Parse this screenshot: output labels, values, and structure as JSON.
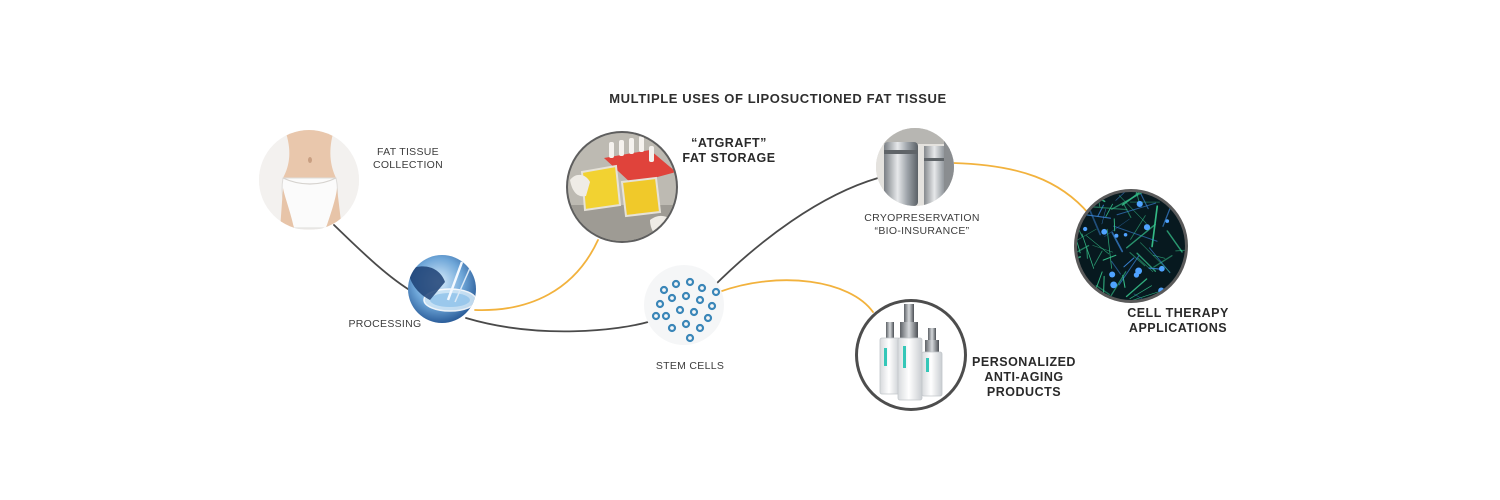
{
  "title": "MULTIPLE USES OF LIPOSUCTIONED FAT TISSUE",
  "colors": {
    "dark_line": "#4a4a4a",
    "orange_line": "#f2b23d",
    "ring": "#5a5a5a",
    "cell_blue": "#3a86b8",
    "neuron_green": "#36c08a"
  },
  "nodes": {
    "collection": {
      "line1": "FAT TISSUE",
      "line2": "COLLECTION"
    },
    "processing": {
      "label": "PROCESSING"
    },
    "atgraft": {
      "line1": "“ATGRAFT”",
      "line2": "FAT STORAGE"
    },
    "stem_cells": {
      "label": "STEM CELLS"
    },
    "cryo": {
      "line1": "CRYOPRESERVATION",
      "line2": "“BIO-INSURANCE”"
    },
    "anti_aging": {
      "line1": "PERSONALIZED",
      "line2": "ANTI-AGING",
      "line3": "PRODUCTS"
    },
    "cell_therapy": {
      "line1": "CELL THERAPY",
      "line2": "APPLICATIONS"
    }
  },
  "icons": {
    "collection": "body-torso-image",
    "processing": "petri-dish-image",
    "atgraft": "fat-storage-bags-image",
    "stem_cells": "stem-cells-icon",
    "cryo": "cryo-tank-image",
    "anti_aging": "cosmetic-bottles-image",
    "cell_therapy": "neuron-network-image"
  }
}
